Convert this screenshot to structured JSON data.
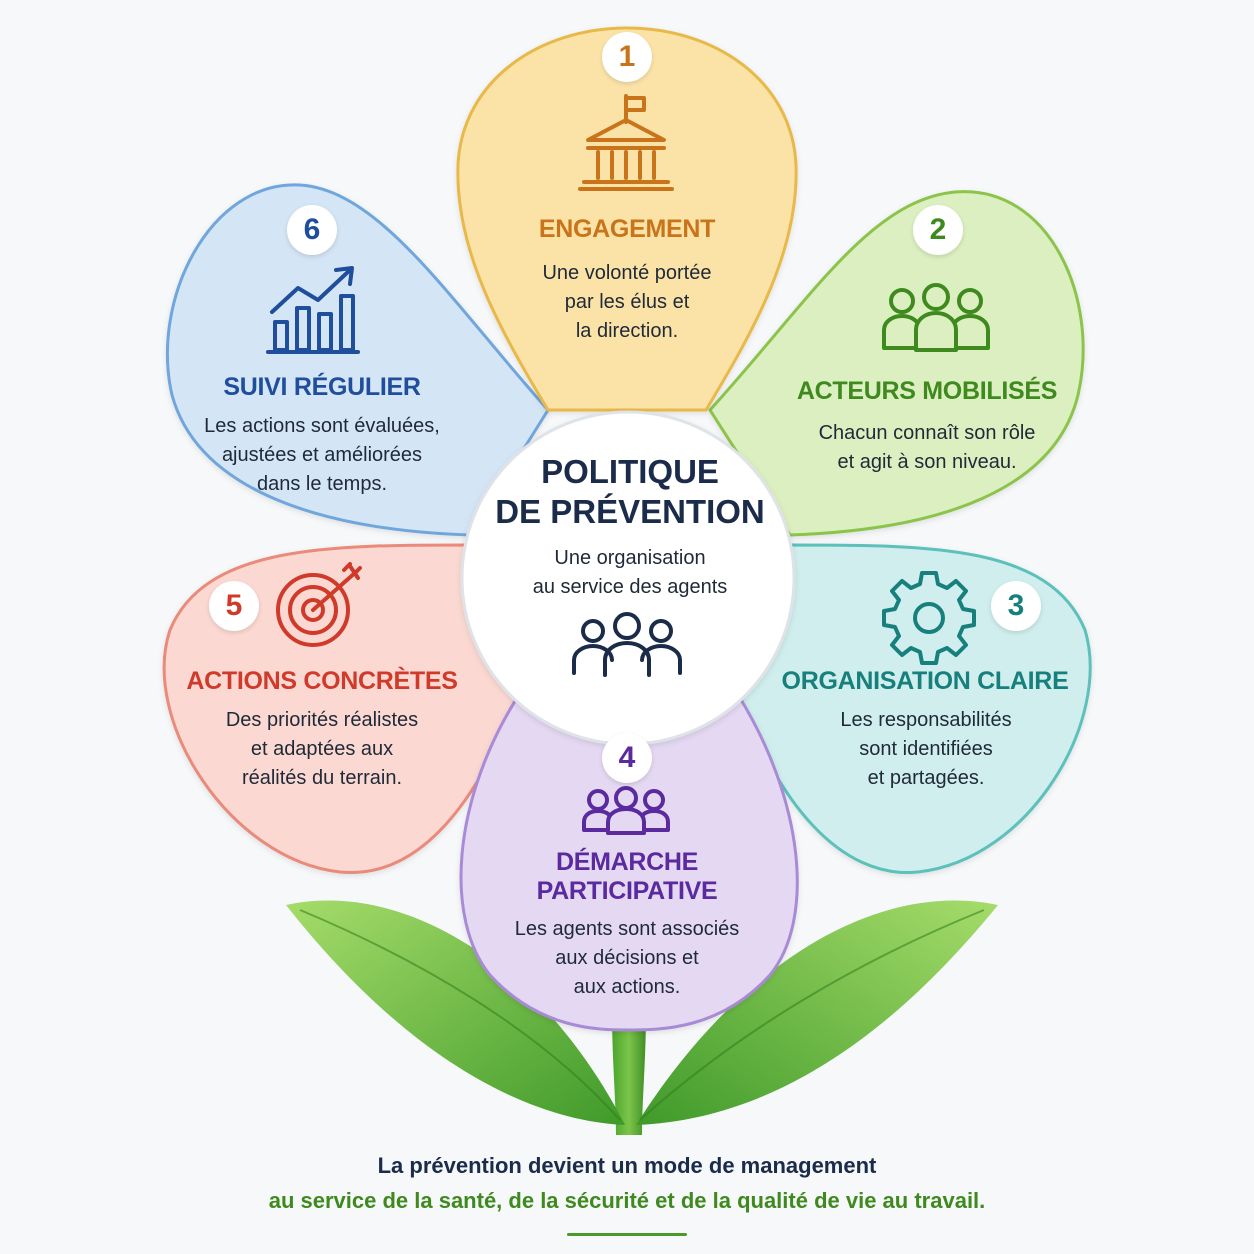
{
  "center": {
    "title": "POLITIQUE\nDE PRÉVENTION",
    "description": "Une organisation\nau service des agents",
    "icon": "people-group-icon"
  },
  "petals": [
    {
      "number": "1",
      "title": "ENGAGEMENT",
      "description": "Une volonté portée\npar les élus et\nla direction.",
      "icon": "institution-flag-icon",
      "color": "#c9741a",
      "fill": "#fbe3a8",
      "stroke": "#e8b94a"
    },
    {
      "number": "2",
      "title": "ACTEURS MOBILISÉS",
      "description": "Chacun connaît son rôle\net agit à son niveau.",
      "icon": "people-group-icon",
      "color": "#3f8a1e",
      "fill": "#dcefc0",
      "stroke": "#8cc44c"
    },
    {
      "number": "3",
      "title": "ORGANISATION CLAIRE",
      "description": "Les responsabilités\nsont identifiées\net partagées.",
      "icon": "gear-icon",
      "color": "#17807d",
      "fill": "#cfeeed",
      "stroke": "#5cc0bb"
    },
    {
      "number": "4",
      "title": "DÉMARCHE\nPARTICIPATIVE",
      "description": "Les agents sont associés\naux décisions et\naux actions.",
      "icon": "people-group-icon",
      "color": "#5a2a9e",
      "fill": "#e4d8f2",
      "stroke": "#a98ad6"
    },
    {
      "number": "5",
      "title": "ACTIONS CONCRÈTES",
      "description": "Des priorités réalistes\net adaptées aux\nréalités du terrain.",
      "icon": "target-arrow-icon",
      "color": "#cf3a2a",
      "fill": "#fbd9d2",
      "stroke": "#ea8a7a"
    },
    {
      "number": "6",
      "title": "SUIVI RÉGULIER",
      "description": "Les actions sont évaluées,\najustées et améliorées\ndans le temps.",
      "icon": "growth-chart-icon",
      "color": "#1e4e9c",
      "fill": "#d4e5f6",
      "stroke": "#6fa6dc"
    }
  ],
  "footer": {
    "line1": "La prévention devient un mode de management",
    "line2": "au service de la santé, de la sécurité et de la qualité de vie au travail."
  },
  "colors": {
    "navy": "#1b2b4a",
    "green": "#3f8a1e",
    "leaf_light": "#8ccf4e",
    "leaf_dark": "#3f9a2a"
  }
}
